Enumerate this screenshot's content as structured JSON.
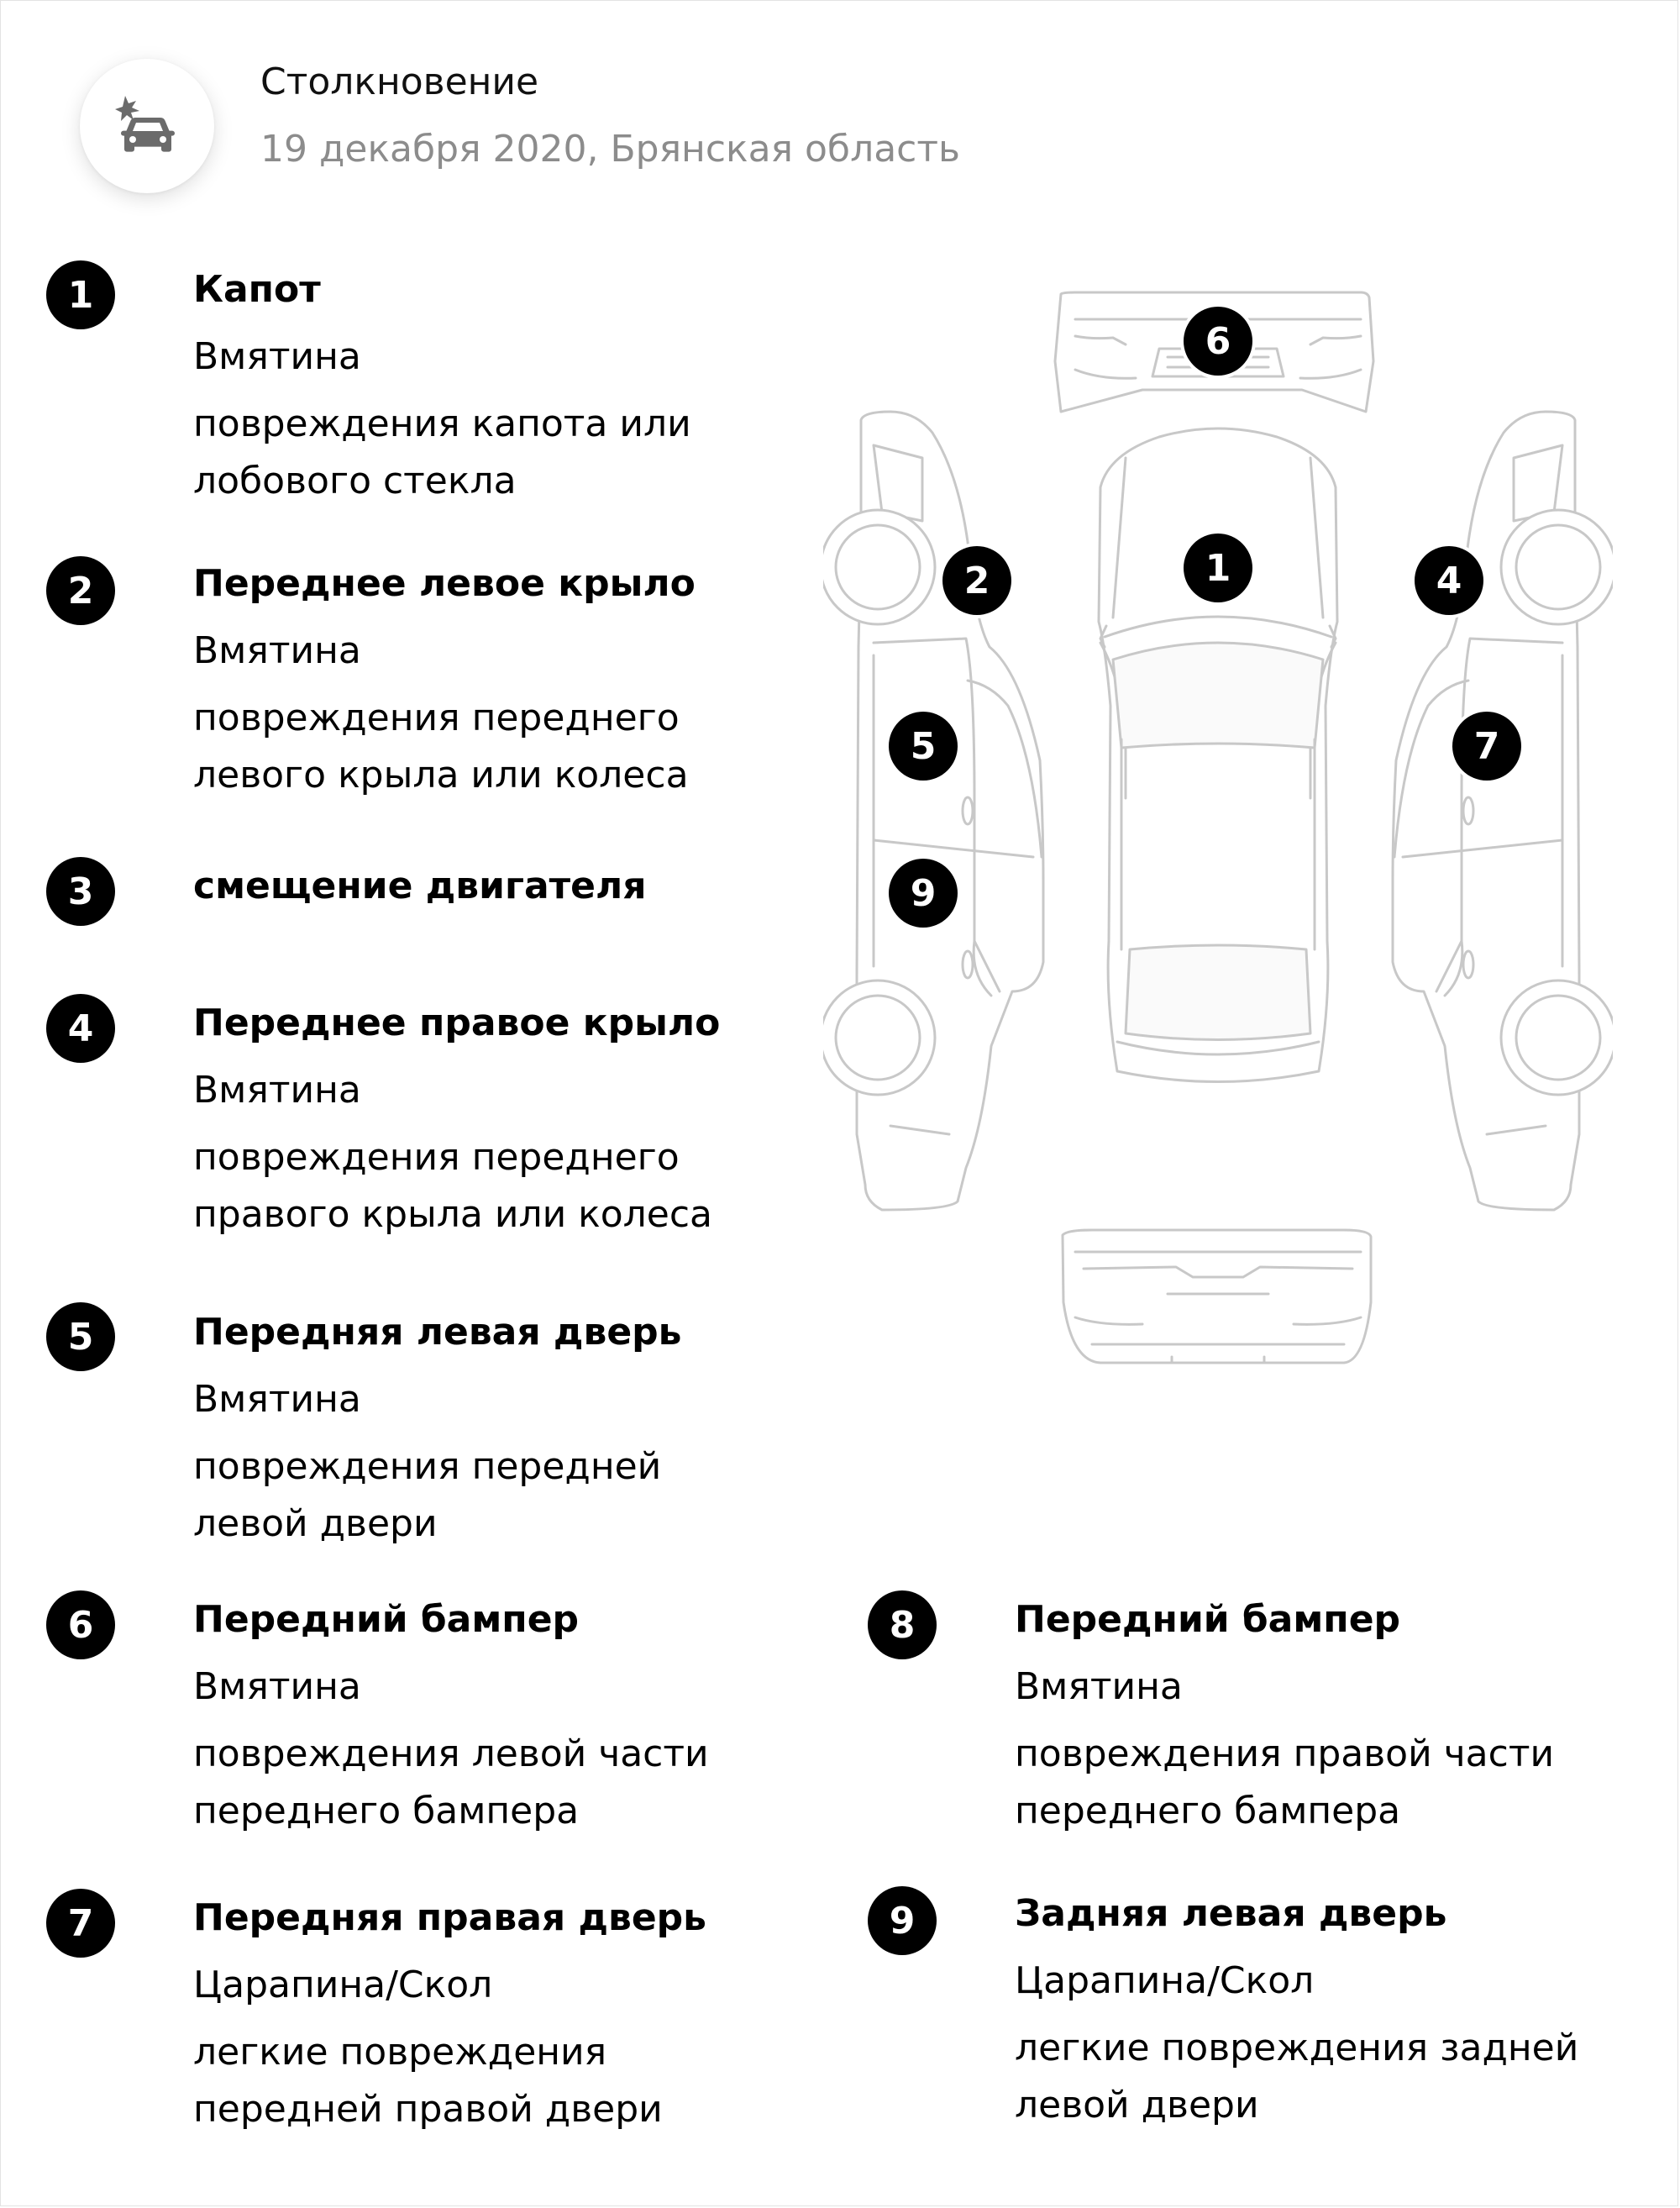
{
  "event": {
    "title": "Столкновение",
    "subtitle": "19 декабря 2020, Брянская область",
    "icon": "car-crash-icon"
  },
  "damages": [
    {
      "number": "1",
      "part": "Капот",
      "type": "Вмятина",
      "description": "повреждения капота или лобового стекла"
    },
    {
      "number": "2",
      "part": "Переднее левое крыло",
      "type": "Вмятина",
      "description": "повреждения переднего левого крыла или колеса"
    },
    {
      "number": "3",
      "part": "смещение двигателя",
      "type": "",
      "description": ""
    },
    {
      "number": "4",
      "part": "Переднее правое крыло",
      "type": "Вмятина",
      "description": "повреждения переднего правого крыла или колеса"
    },
    {
      "number": "5",
      "part": "Передняя левая дверь",
      "type": "Вмятина",
      "description": "повреждения передней левой двери"
    },
    {
      "number": "6",
      "part": "Передний бампер",
      "type": "Вмятина",
      "description": "повреждения левой части переднего бампера"
    },
    {
      "number": "7",
      "part": "Передняя правая дверь",
      "type": "Царапина/Скол",
      "description": "легкие повреждения передней правой двери"
    },
    {
      "number": "8",
      "part": "Передний бампер",
      "type": "Вмятина",
      "description": "повреждения правой части переднего бампера"
    },
    {
      "number": "9",
      "part": "Задняя левая дверь",
      "type": "Царапина/Скол",
      "description": "легкие повреждения задней левой двери"
    }
  ],
  "diagram_markers": [
    "6",
    "1",
    "2",
    "4",
    "5",
    "7",
    "9"
  ],
  "colors": {
    "badge": "#000000",
    "outline": "#c8c8c8",
    "subtitle": "#8c8c8c"
  }
}
